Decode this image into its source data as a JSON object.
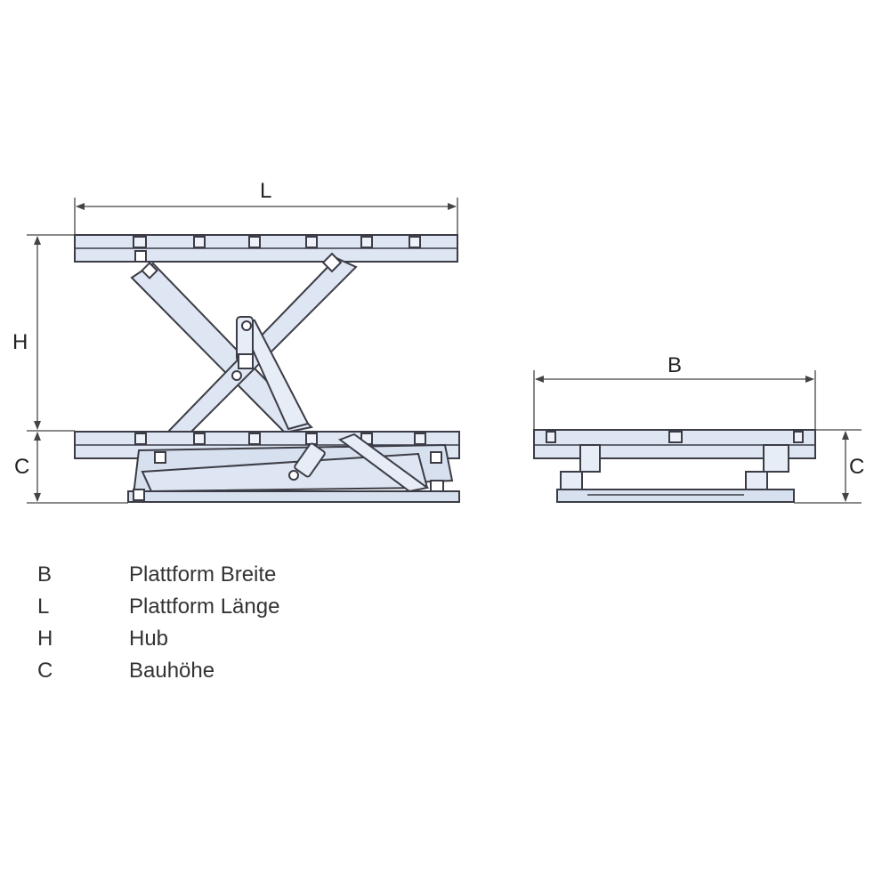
{
  "dimensions": {
    "L": "L",
    "H": "H",
    "C_left": "C",
    "B": "B",
    "C_right": "C"
  },
  "legend": [
    {
      "key": "B",
      "label": "Plattform Breite"
    },
    {
      "key": "L",
      "label": "Plattform Länge"
    },
    {
      "key": "H",
      "label": "Hub"
    },
    {
      "key": "C",
      "label": "Bauhöhe"
    }
  ],
  "colors": {
    "fill": "#dde6f2",
    "stroke": "#3c3c46",
    "dim_line": "#444444"
  }
}
